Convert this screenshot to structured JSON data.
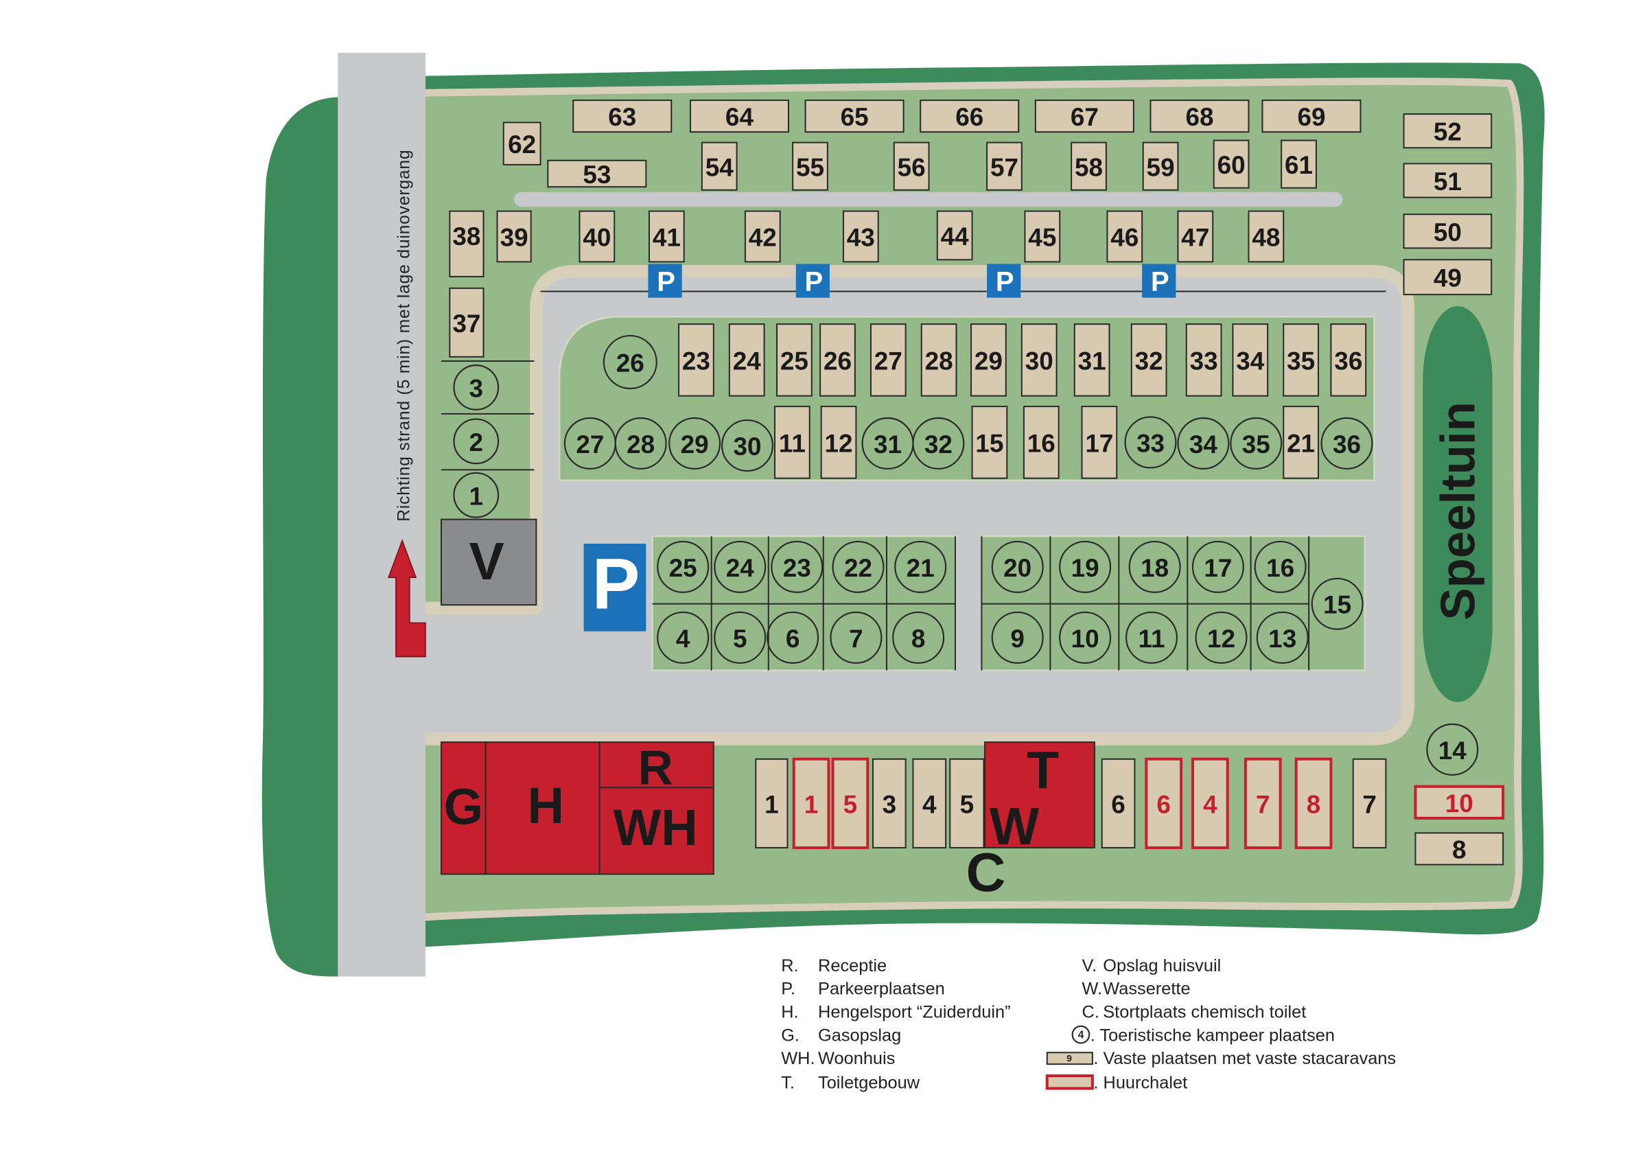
{
  "colors": {
    "dark_green": "#3d8b5b",
    "light_green": "#95b989",
    "sand": "#d8cfbb",
    "road_gray": "#c8c9cb",
    "plot_beige": "#d8c9b1",
    "outline": "#2a2a2a",
    "building_red": "#c6202f",
    "parking_blue": "#1b72b9",
    "storage_gray": "#8b8c8e",
    "text_dark": "#1a1a1a"
  },
  "map": {
    "direction_text": "Richting strand (5 min) met lage duinovergang",
    "direction_arrow_icon": "arrow-up-icon",
    "playground_label": "Speeltuin"
  },
  "parking": {
    "signs": [
      "P",
      "P",
      "P",
      "P",
      "P"
    ]
  },
  "buildings": {
    "gasopslag": "G",
    "hengelsport": "H",
    "receptie": "R",
    "woonhuis": "WH",
    "toiletgebouw": "T",
    "wasserette": "W",
    "opslag_huisvuil": "V",
    "stortplaats": "C"
  },
  "plots": {
    "fixed_pitches": [
      "63",
      "64",
      "65",
      "66",
      "67",
      "68",
      "69",
      "62",
      "53",
      "54",
      "55",
      "56",
      "57",
      "58",
      "59",
      "60",
      "61",
      "52",
      "51",
      "50",
      "49",
      "38",
      "39",
      "40",
      "41",
      "42",
      "43",
      "44",
      "45",
      "46",
      "47",
      "48",
      "37",
      "23",
      "24",
      "25",
      "26",
      "27",
      "28",
      "29",
      "30",
      "31",
      "32",
      "33",
      "34",
      "35",
      "36",
      "11",
      "12",
      "15",
      "16",
      "17",
      "21",
      "1",
      "3",
      "4",
      "5",
      "6",
      "7",
      "8"
    ],
    "tourist_pitches": [
      "3",
      "2",
      "1",
      "26",
      "27",
      "28",
      "29",
      "30",
      "31",
      "32",
      "33",
      "34",
      "35",
      "36",
      "25",
      "24",
      "23",
      "22",
      "21",
      "20",
      "19",
      "18",
      "17",
      "16",
      "4",
      "5",
      "6",
      "7",
      "8",
      "9",
      "10",
      "11",
      "12",
      "13",
      "15",
      "14"
    ],
    "rental_chalets": [
      "1",
      "5",
      "6",
      "4",
      "7",
      "8",
      "10"
    ]
  },
  "legend": {
    "left": [
      {
        "key": "R.",
        "text": "Receptie"
      },
      {
        "key": "P.",
        "text": "Parkeerplaatsen"
      },
      {
        "key": "H.",
        "text": "Hengelsport “Zuiderduin”"
      },
      {
        "key": "G.",
        "text": "Gasopslag"
      },
      {
        "key": "WH.",
        "text": "Woonhuis"
      },
      {
        "key": "T.",
        "text": "Toiletgebouw"
      }
    ],
    "right": [
      {
        "key": "V.",
        "text": "Opslag huisvuil"
      },
      {
        "key": "W.",
        "text": "Wasserette"
      },
      {
        "key": "C.",
        "text": "Stortplaats chemisch toilet"
      }
    ],
    "symbols": [
      {
        "icon": "tourist-pitch-icon",
        "symbol": "4",
        "text": ". Toeristische kampeer plaatsen"
      },
      {
        "icon": "fixed-pitch-icon",
        "symbol": "9",
        "text": ". Vaste plaatsen met vaste stacaravans"
      },
      {
        "icon": "rental-chalet-icon",
        "text": ". Huurchalet"
      }
    ]
  }
}
